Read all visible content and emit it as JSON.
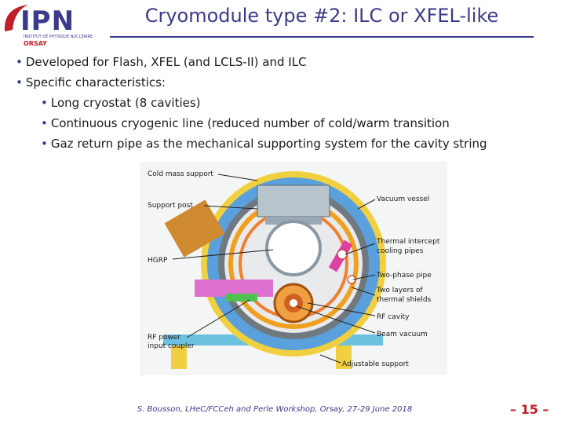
{
  "logo": {
    "name": "IPN",
    "subtitle": "INSTITUT DE PHYSIQUE NUCLÉAIRE",
    "city": "ORSAY"
  },
  "slide": {
    "title": "Cryomodule type #2: ILC or XFEL-like",
    "bullets": [
      "Developed for Flash, XFEL (and LCLS-II) and ILC",
      "Specific characteristics:"
    ],
    "sub_bullets": [
      "Long cryostat (8 cavities)",
      "Continuous cryogenic line (reduced number of cold/warm transition",
      "Gaz return pipe as the mechanical supporting system for the cavity string"
    ]
  },
  "figure": {
    "labels_left": [
      "Cold mass support",
      "Support post",
      "HGRP",
      "RF power",
      "input coupler"
    ],
    "labels_right": [
      "Vacuum vessel",
      "Thermal intercept",
      "cooling pipes",
      "Two-phase pipe",
      "Two layers of",
      "thermal shields",
      "RF cavity",
      "Beam vacuum",
      "Adjustable support"
    ]
  },
  "footer": {
    "text": "S. Bousson, LHeC/FCCeh and Perle Workshop, Orsay, 27-29 June 2018",
    "page": "– 15 –"
  },
  "colors": {
    "title": "#3a3a8c",
    "logo_red": "#c0202a",
    "vessel_blue": "#5aa0dc",
    "shield_orange": "#f0a020"
  }
}
